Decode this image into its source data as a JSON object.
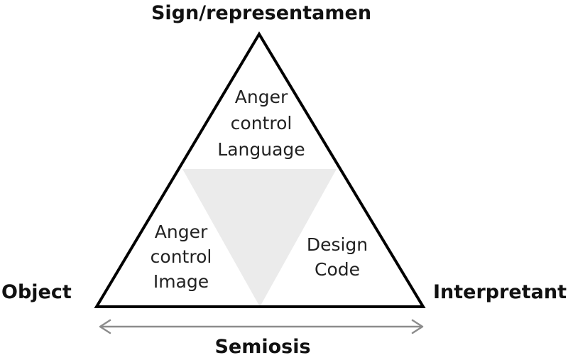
{
  "diagram": {
    "colors": {
      "outline": "#000000",
      "inner_triangle": "#ebebeb",
      "arrow": "#8c8c8c",
      "text": "#111111"
    },
    "vertices": {
      "top": "Sign/representamen",
      "left": "Object",
      "right": "Interpretant"
    },
    "regions": {
      "top": [
        "Anger",
        "control",
        "Language"
      ],
      "left": [
        "Anger",
        "control",
        "Image"
      ],
      "right": [
        "Design",
        "Code"
      ]
    },
    "arrow": {
      "label": "Semiosis",
      "direction": "bidirectional"
    }
  }
}
